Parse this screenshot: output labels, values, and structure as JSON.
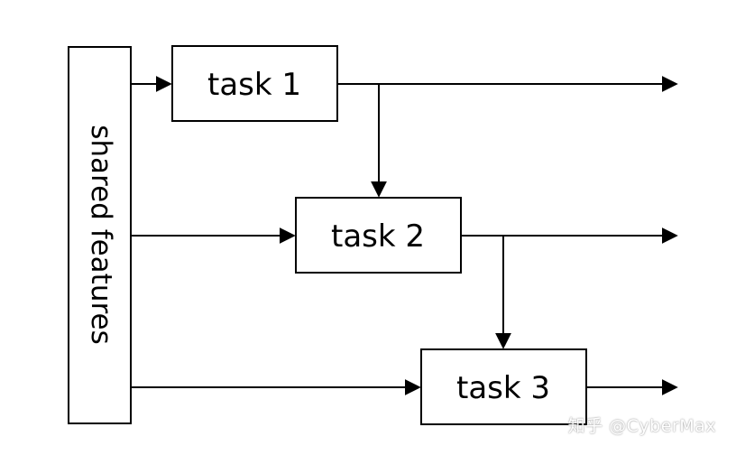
{
  "nodes": {
    "shared": {
      "label": "shared features"
    },
    "task1": {
      "label": "task 1"
    },
    "task2": {
      "label": "task 2"
    },
    "task3": {
      "label": "task 3"
    }
  },
  "edges": [
    {
      "from": "shared",
      "to": "task1"
    },
    {
      "from": "shared",
      "to": "task2"
    },
    {
      "from": "shared",
      "to": "task3"
    },
    {
      "from": "task1",
      "to": "task2"
    },
    {
      "from": "task2",
      "to": "task3"
    },
    {
      "from": "task1",
      "to": "output"
    },
    {
      "from": "task2",
      "to": "output"
    },
    {
      "from": "task3",
      "to": "output"
    }
  ],
  "watermark": {
    "text": "知乎 @CyberMax"
  },
  "colors": {
    "stroke": "#000000",
    "background": "#ffffff"
  }
}
